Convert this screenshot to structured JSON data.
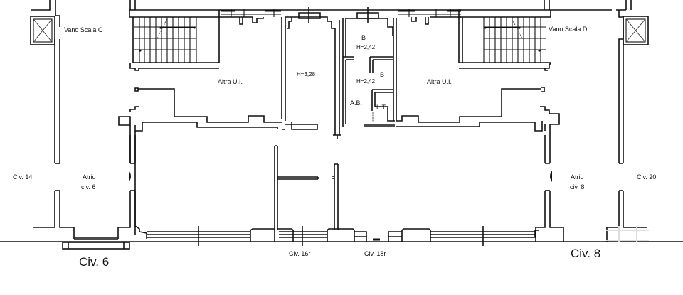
{
  "plan": {
    "stairwells": [
      {
        "label": "Vano Scala C"
      },
      {
        "label": "Vano Scala D"
      }
    ],
    "rooms": {
      "left_unit": "Altra U.I.",
      "right_unit": "Altra U.I.",
      "center_room_height": "H=3,28",
      "bath_upper": {
        "name": "B",
        "height": "H=2,42"
      },
      "bath_lower": {
        "name": "B",
        "height": "H=2,42"
      },
      "antibath": "A.B.",
      "laundry": "L.T."
    },
    "lobbies": {
      "left": {
        "line1": "Atrio",
        "line2": "civ. 6"
      },
      "right": {
        "line1": "Atrio",
        "line2": "civ. 8"
      }
    },
    "shops": {
      "left": "Civ. 14r",
      "right": "Civ. 20r",
      "center_left": "Civ. 16r",
      "center_right": "Civ. 18r"
    },
    "street_numbers": {
      "left": "Civ. 6",
      "right": "Civ. 8"
    },
    "colors": {
      "line": "#111111",
      "background": "#ffffff"
    }
  }
}
